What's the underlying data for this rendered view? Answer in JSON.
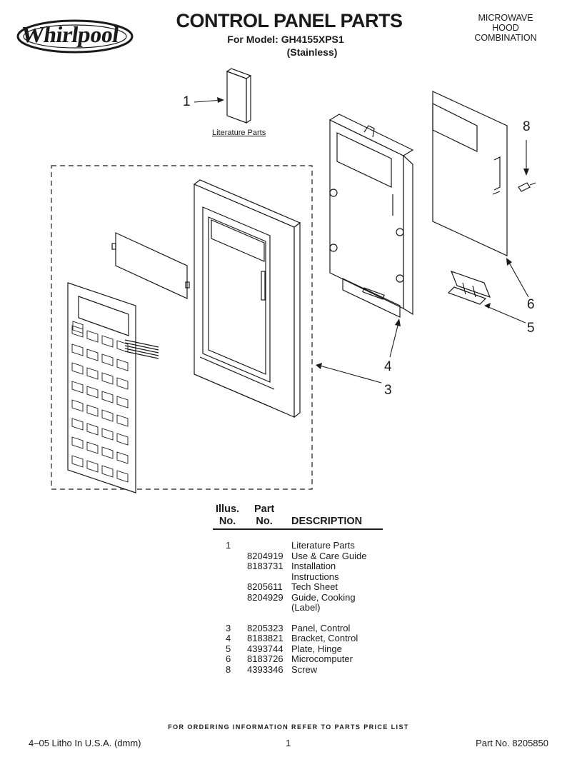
{
  "header": {
    "brand": "Whirlpool",
    "title": "CONTROL PANEL PARTS",
    "model_line": "For Model: GH4155XPS1",
    "finish": "(Stainless)",
    "product_type": [
      "MICROWAVE",
      "HOOD",
      "COMBINATION"
    ]
  },
  "diagram": {
    "literature_label": "Literature Parts",
    "callouts": [
      "1",
      "8",
      "6",
      "5",
      "4",
      "3"
    ]
  },
  "table": {
    "headers": {
      "illus_1": "Illus.",
      "illus_2": "No.",
      "part_1": "Part",
      "part_2": "No.",
      "description": "DESCRIPTION"
    },
    "rows": [
      {
        "illus": "1",
        "part": "",
        "desc": "Literature Parts"
      },
      {
        "illus": "",
        "part": "8204919",
        "desc": "Use & Care Guide"
      },
      {
        "illus": "",
        "part": "8183731",
        "desc": "Installation Instructions"
      },
      {
        "illus": "",
        "part": "8205611",
        "desc": "Tech Sheet"
      },
      {
        "illus": "",
        "part": "8204929",
        "desc": "Guide, Cooking (Label)"
      },
      {
        "illus": "3",
        "part": "8205323",
        "desc": "Panel, Control"
      },
      {
        "illus": "4",
        "part": "8183821",
        "desc": "Bracket, Control"
      },
      {
        "illus": "5",
        "part": "4393744",
        "desc": "Plate, Hinge"
      },
      {
        "illus": "6",
        "part": "8183726",
        "desc": "Microcomputer"
      },
      {
        "illus": "8",
        "part": "4393346",
        "desc": "Screw"
      }
    ]
  },
  "footer": {
    "order_note": "FOR ORDERING INFORMATION REFER TO PARTS PRICE LIST",
    "litho": "4–05 Litho In U.S.A. (dmm)",
    "page": "1",
    "part_no": "Part No. 8205850"
  }
}
